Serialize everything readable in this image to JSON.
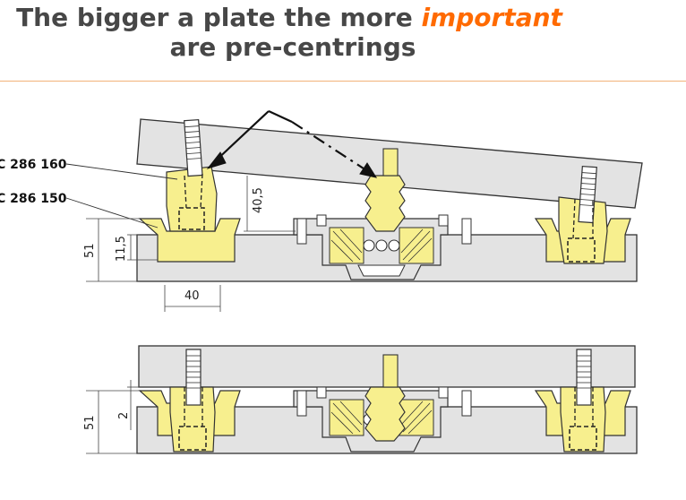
{
  "title": {
    "prefix": "The bigger a plate the more ",
    "emphasis": "important",
    "line2": "are pre-centrings"
  },
  "colors": {
    "accent": "#ff6a00",
    "title": "#474747",
    "rule": "#f2b27a",
    "plate": "#e3e3e3",
    "part_yellow": "#f7ef8e",
    "outline": "#333333"
  },
  "labels": {
    "part_upper": "C 286 160",
    "part_lower": "C 286 150"
  },
  "dimensions": {
    "top_height": "51",
    "top_pocket": "11,5",
    "top_width": "40",
    "top_tilt": "40,5",
    "bottom_height": "51",
    "bottom_gap": "2"
  }
}
